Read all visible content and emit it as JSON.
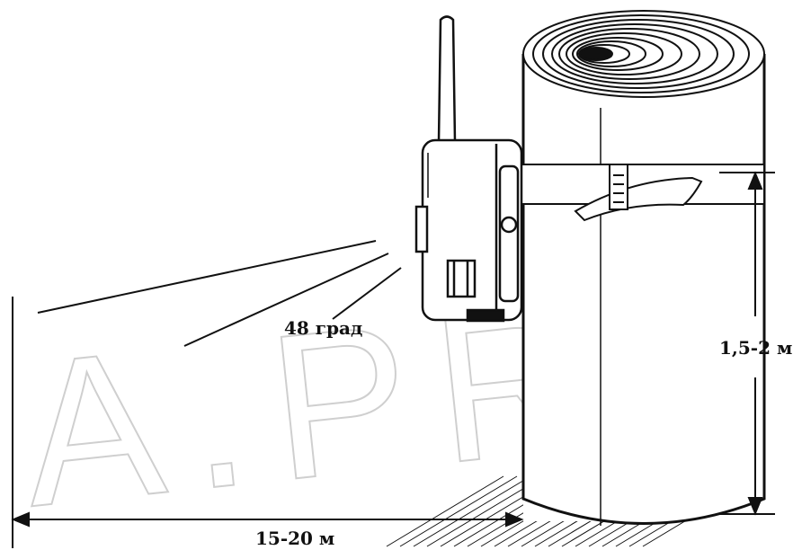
{
  "labels": {
    "angle": "48 град",
    "height": "1,5-2 м",
    "distance": "15-20 м"
  },
  "watermark": {
    "text": "A.PRO.I"
  },
  "colors": {
    "ink": "#111111",
    "paper": "#ffffff",
    "watermark": "#cfcfcf"
  },
  "icons": {
    "camera": "trail-camera-icon",
    "antenna": "antenna-icon",
    "tree": "tree-trunk-icon",
    "strap": "strap-icon"
  }
}
